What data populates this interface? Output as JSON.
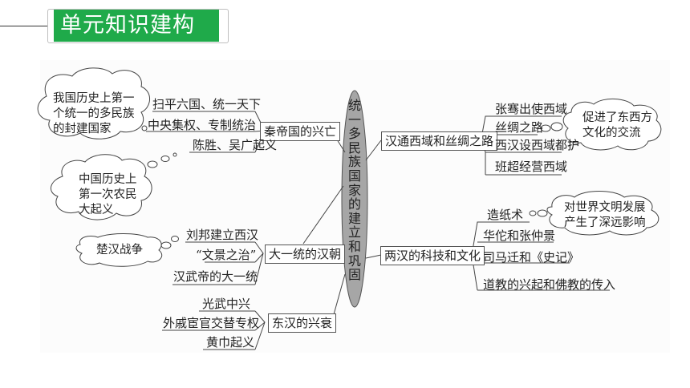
{
  "header": {
    "title": "单元知识建构",
    "accent_color": "#1faa4a"
  },
  "center": {
    "label": "统一多民族国家的建立和巩固",
    "fill_color": "#a6a6a6"
  },
  "left_branches": [
    {
      "label": "秦帝国的兴亡",
      "items": [
        "扫平六国、统一天下",
        "中央集权、专制统治",
        "陈胜、吴广起义"
      ]
    },
    {
      "label": "大一统的汉朝",
      "items": [
        "刘邦建立西汉",
        "“文景之治”",
        "汉武帝的大一统"
      ]
    },
    {
      "label": "东汉的兴衰",
      "items": [
        "光武中兴",
        "外戚宦官交替专权",
        "黄巾起义"
      ]
    }
  ],
  "right_branches": [
    {
      "label": "汉通西域和丝绸之路",
      "items": [
        "张骞出使西域",
        "丝绸之路",
        "西汉设西域都护",
        "班超经营西域"
      ]
    },
    {
      "label": "两汉的科技和文化",
      "items": [
        "造纸术",
        "华佗和张仲景",
        "司马迁和《史记》",
        "道教的兴起和佛教的传入"
      ]
    }
  ],
  "clouds": {
    "qin_unification": [
      "我国历史上第一",
      "个统一的多民族",
      "的封建国家"
    ],
    "peasant_uprising": [
      "中国历史上",
      "第一次农民",
      "大起义"
    ],
    "chu_han_war": [
      "楚汉战争"
    ],
    "silk_road": [
      "促进了东西方",
      "文化的交流"
    ],
    "papermaking": [
      "对世界文明发展",
      "产生了深远影响"
    ]
  }
}
